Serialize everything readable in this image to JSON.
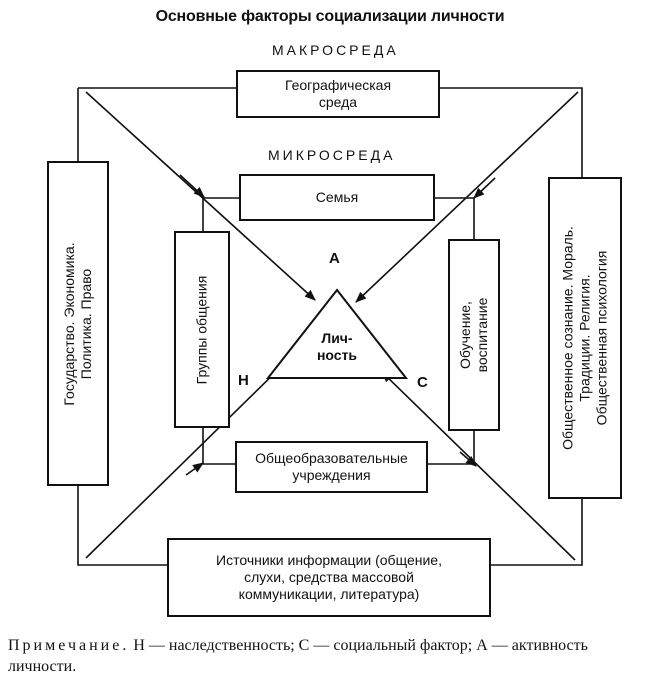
{
  "title": "Основные факторы социализации личности",
  "macro_label": "МАКРОСРЕДА",
  "micro_label": "МИКРОСРЕДА",
  "boxes": {
    "geo": [
      "Географическая",
      "среда"
    ],
    "family": "Семья",
    "state": [
      "Государство. Экономика.",
      "Политика. Право"
    ],
    "consciousness": [
      "Общественное сознание. Мораль.",
      "Традиции. Религия.",
      "Общественная психология"
    ],
    "groups": "Группы общения",
    "education": [
      "Обучение,",
      "воспитание"
    ],
    "schools": [
      "Общеобразовательные",
      "учреждения"
    ],
    "info": [
      "Источники информации (общение,",
      "слухи, средства массовой",
      "коммуникации, литература)"
    ]
  },
  "center": [
    "Лич-",
    "ность"
  ],
  "letters": {
    "a": "А",
    "n": "Н",
    "c": "С"
  },
  "note": {
    "head": "Примечание.",
    "text": "Н — наследственность; С — социальный фактор; А — активность личности."
  }
}
